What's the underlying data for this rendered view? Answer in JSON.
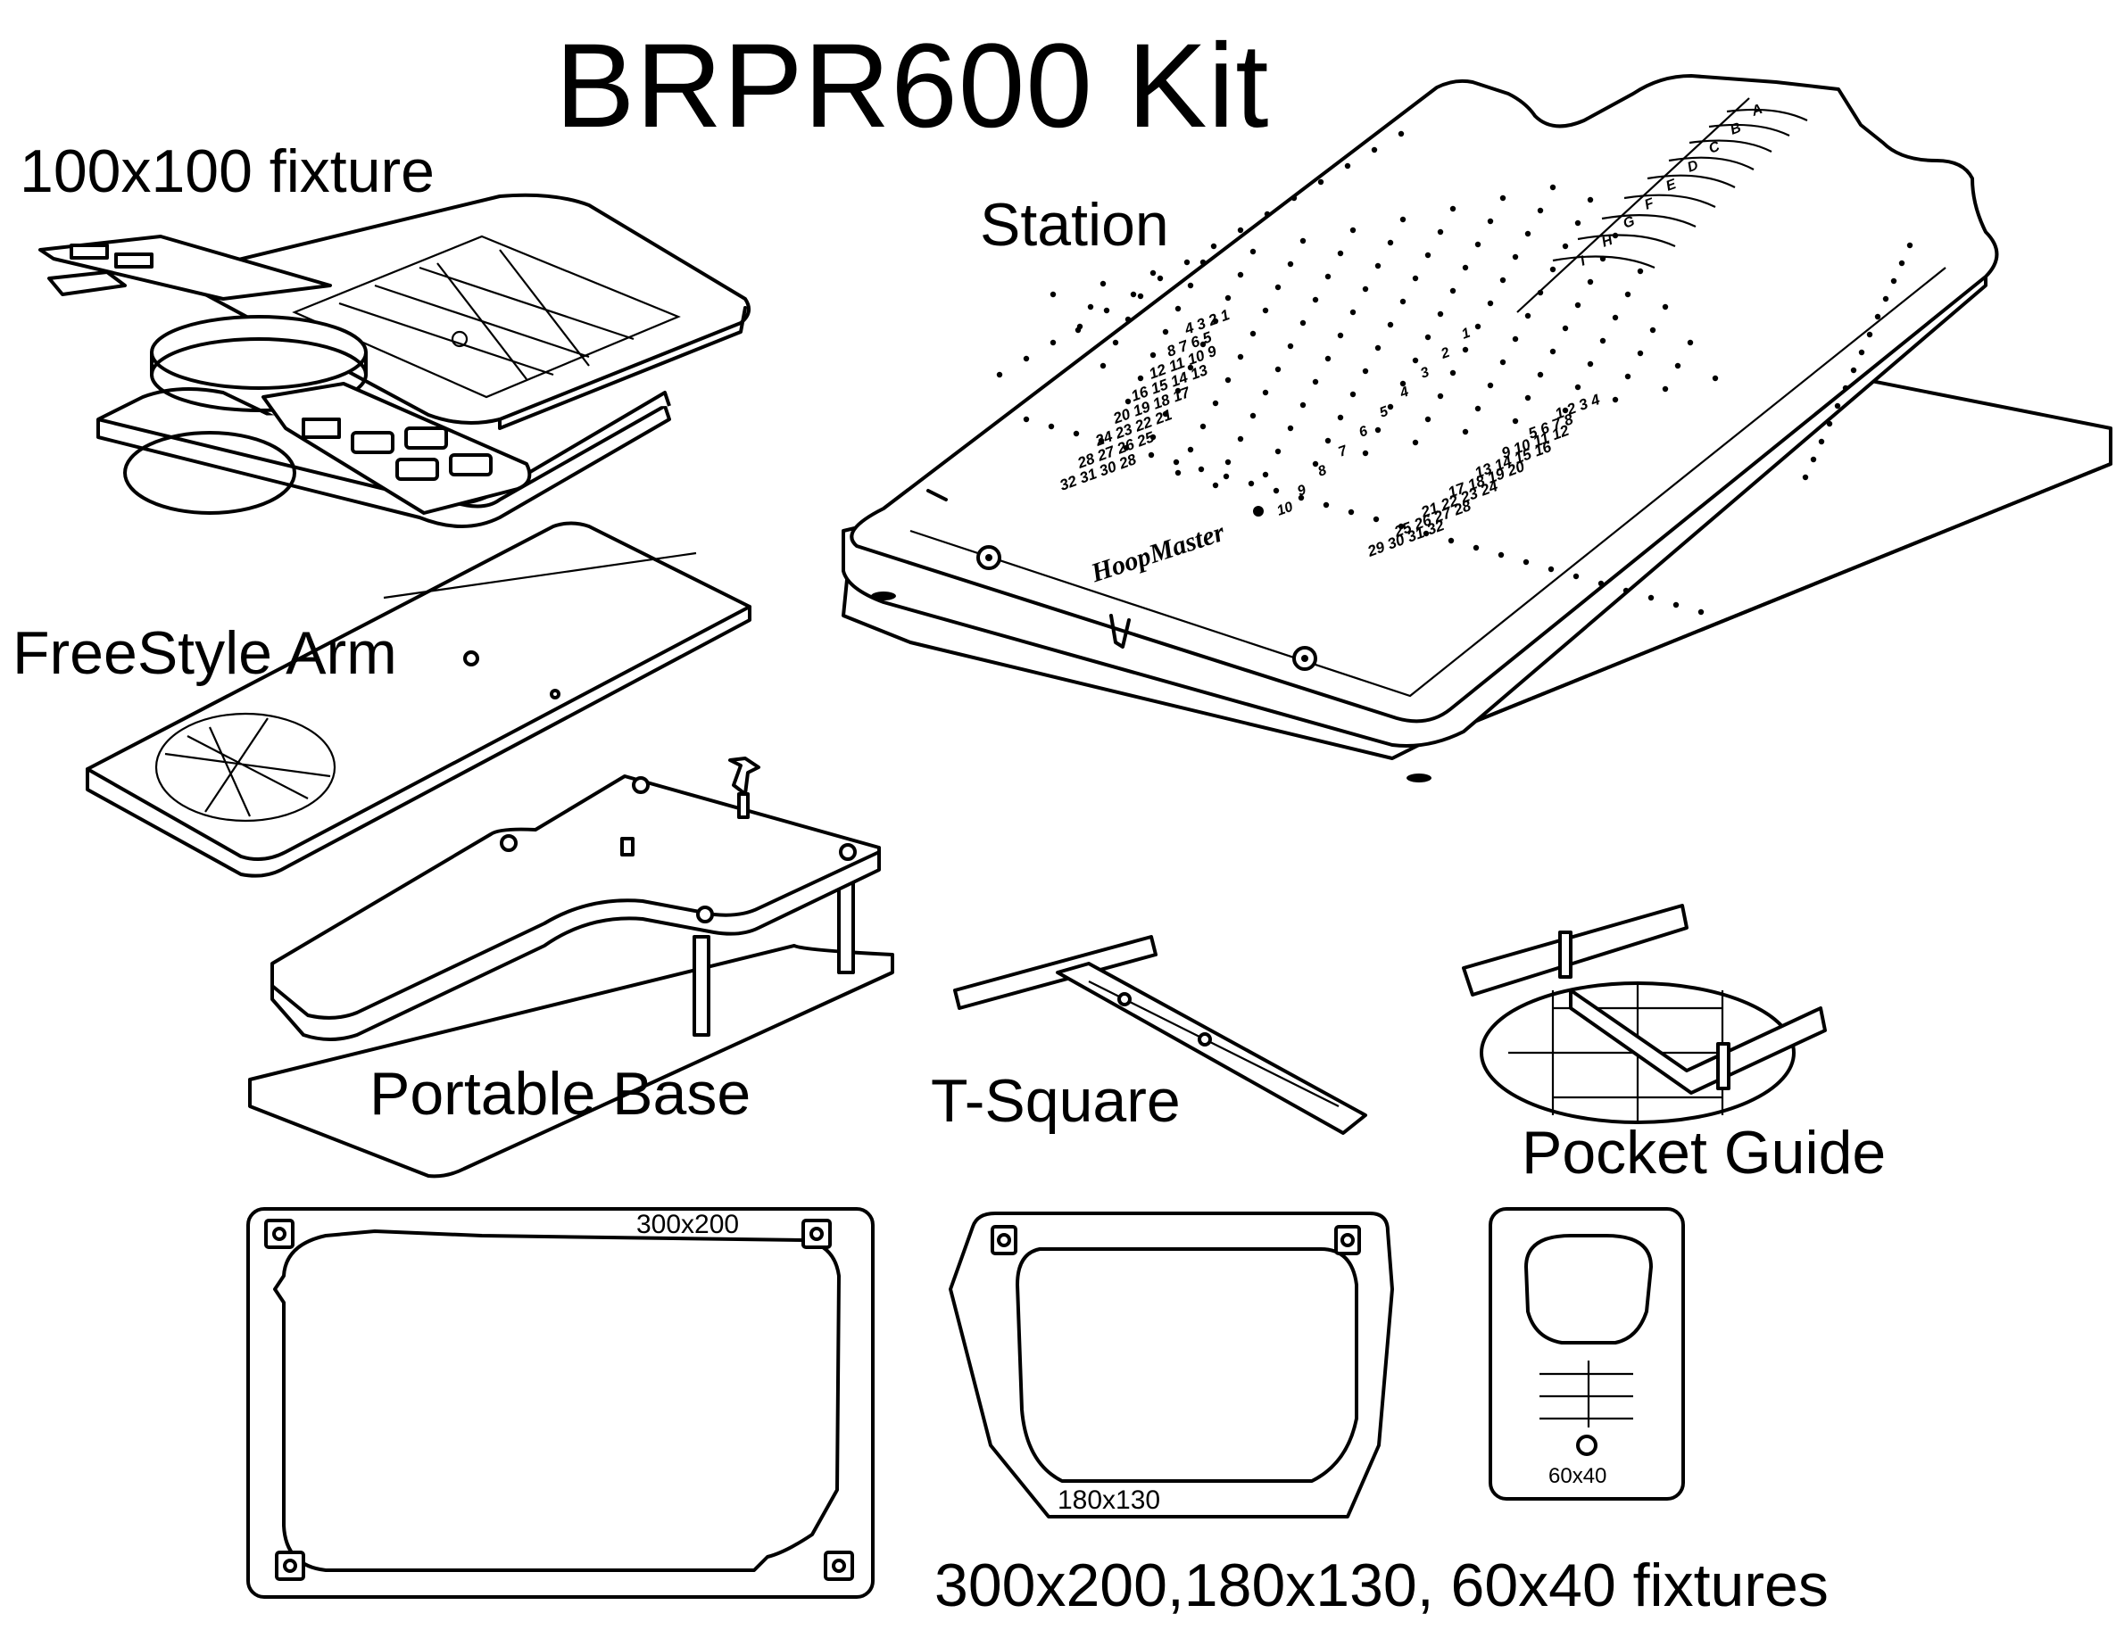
{
  "title": "BRPR600 Kit",
  "items": {
    "fixture100": "100x100 fixture",
    "station": "Station",
    "freestyle_arm": "FreeStyle Arm",
    "portable_base": "Portable Base",
    "t_square": "T-Square",
    "pocket_guide": "Pocket Guide",
    "fixtures_caption": "300x200,180x130, 60x40 fixtures"
  },
  "fixture_sizes": {
    "large": "300x200",
    "medium": "180x130",
    "small": "60x40"
  },
  "station_scale": {
    "letters": [
      "A",
      "B",
      "C",
      "D",
      "E",
      "F",
      "G",
      "H",
      "I"
    ],
    "left_numbers": [
      "4 3 2 1",
      "8 7 6 5",
      "12 11 10 9",
      "16 15 14 13",
      "20 19 18 17",
      "24 23 22 21",
      "28 27 26 25",
      "32 31 30 28"
    ],
    "right_numbers": [
      "1 2 3 4",
      "5 6 7 8",
      "9 10 11 12",
      "13 14 15 16",
      "17 18 19 20",
      "21 22 23 24",
      "25 26 27 28",
      "29 30 31 32"
    ],
    "center_numbers": [
      "1",
      "2",
      "3",
      "4",
      "5",
      "6",
      "7",
      "8",
      "9",
      "10"
    ]
  },
  "brand_logo_text": "HoopMaster"
}
